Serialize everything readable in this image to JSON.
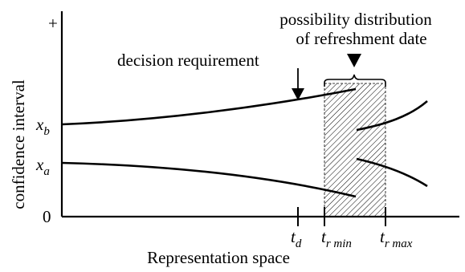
{
  "axes": {
    "y_label": "confidence interval",
    "x_label": "Representation space",
    "y_plus": "+",
    "y_zero": "0"
  },
  "y_ticks": {
    "xb": {
      "main": "x",
      "sub": "b"
    },
    "xa": {
      "main": "x",
      "sub": "a"
    }
  },
  "x_ticks": {
    "td": {
      "main": "t",
      "sub": "d"
    },
    "tr_min": {
      "main": "t",
      "sub": "r min"
    },
    "tr_max": {
      "main": "t",
      "sub": "r max"
    }
  },
  "annotations": {
    "decision_requirement": "decision requirement",
    "possibility_line1": "possibility distribution",
    "possibility_line2": "of refreshment date"
  },
  "colors": {
    "ink": "#000000",
    "background": "#ffffff"
  }
}
